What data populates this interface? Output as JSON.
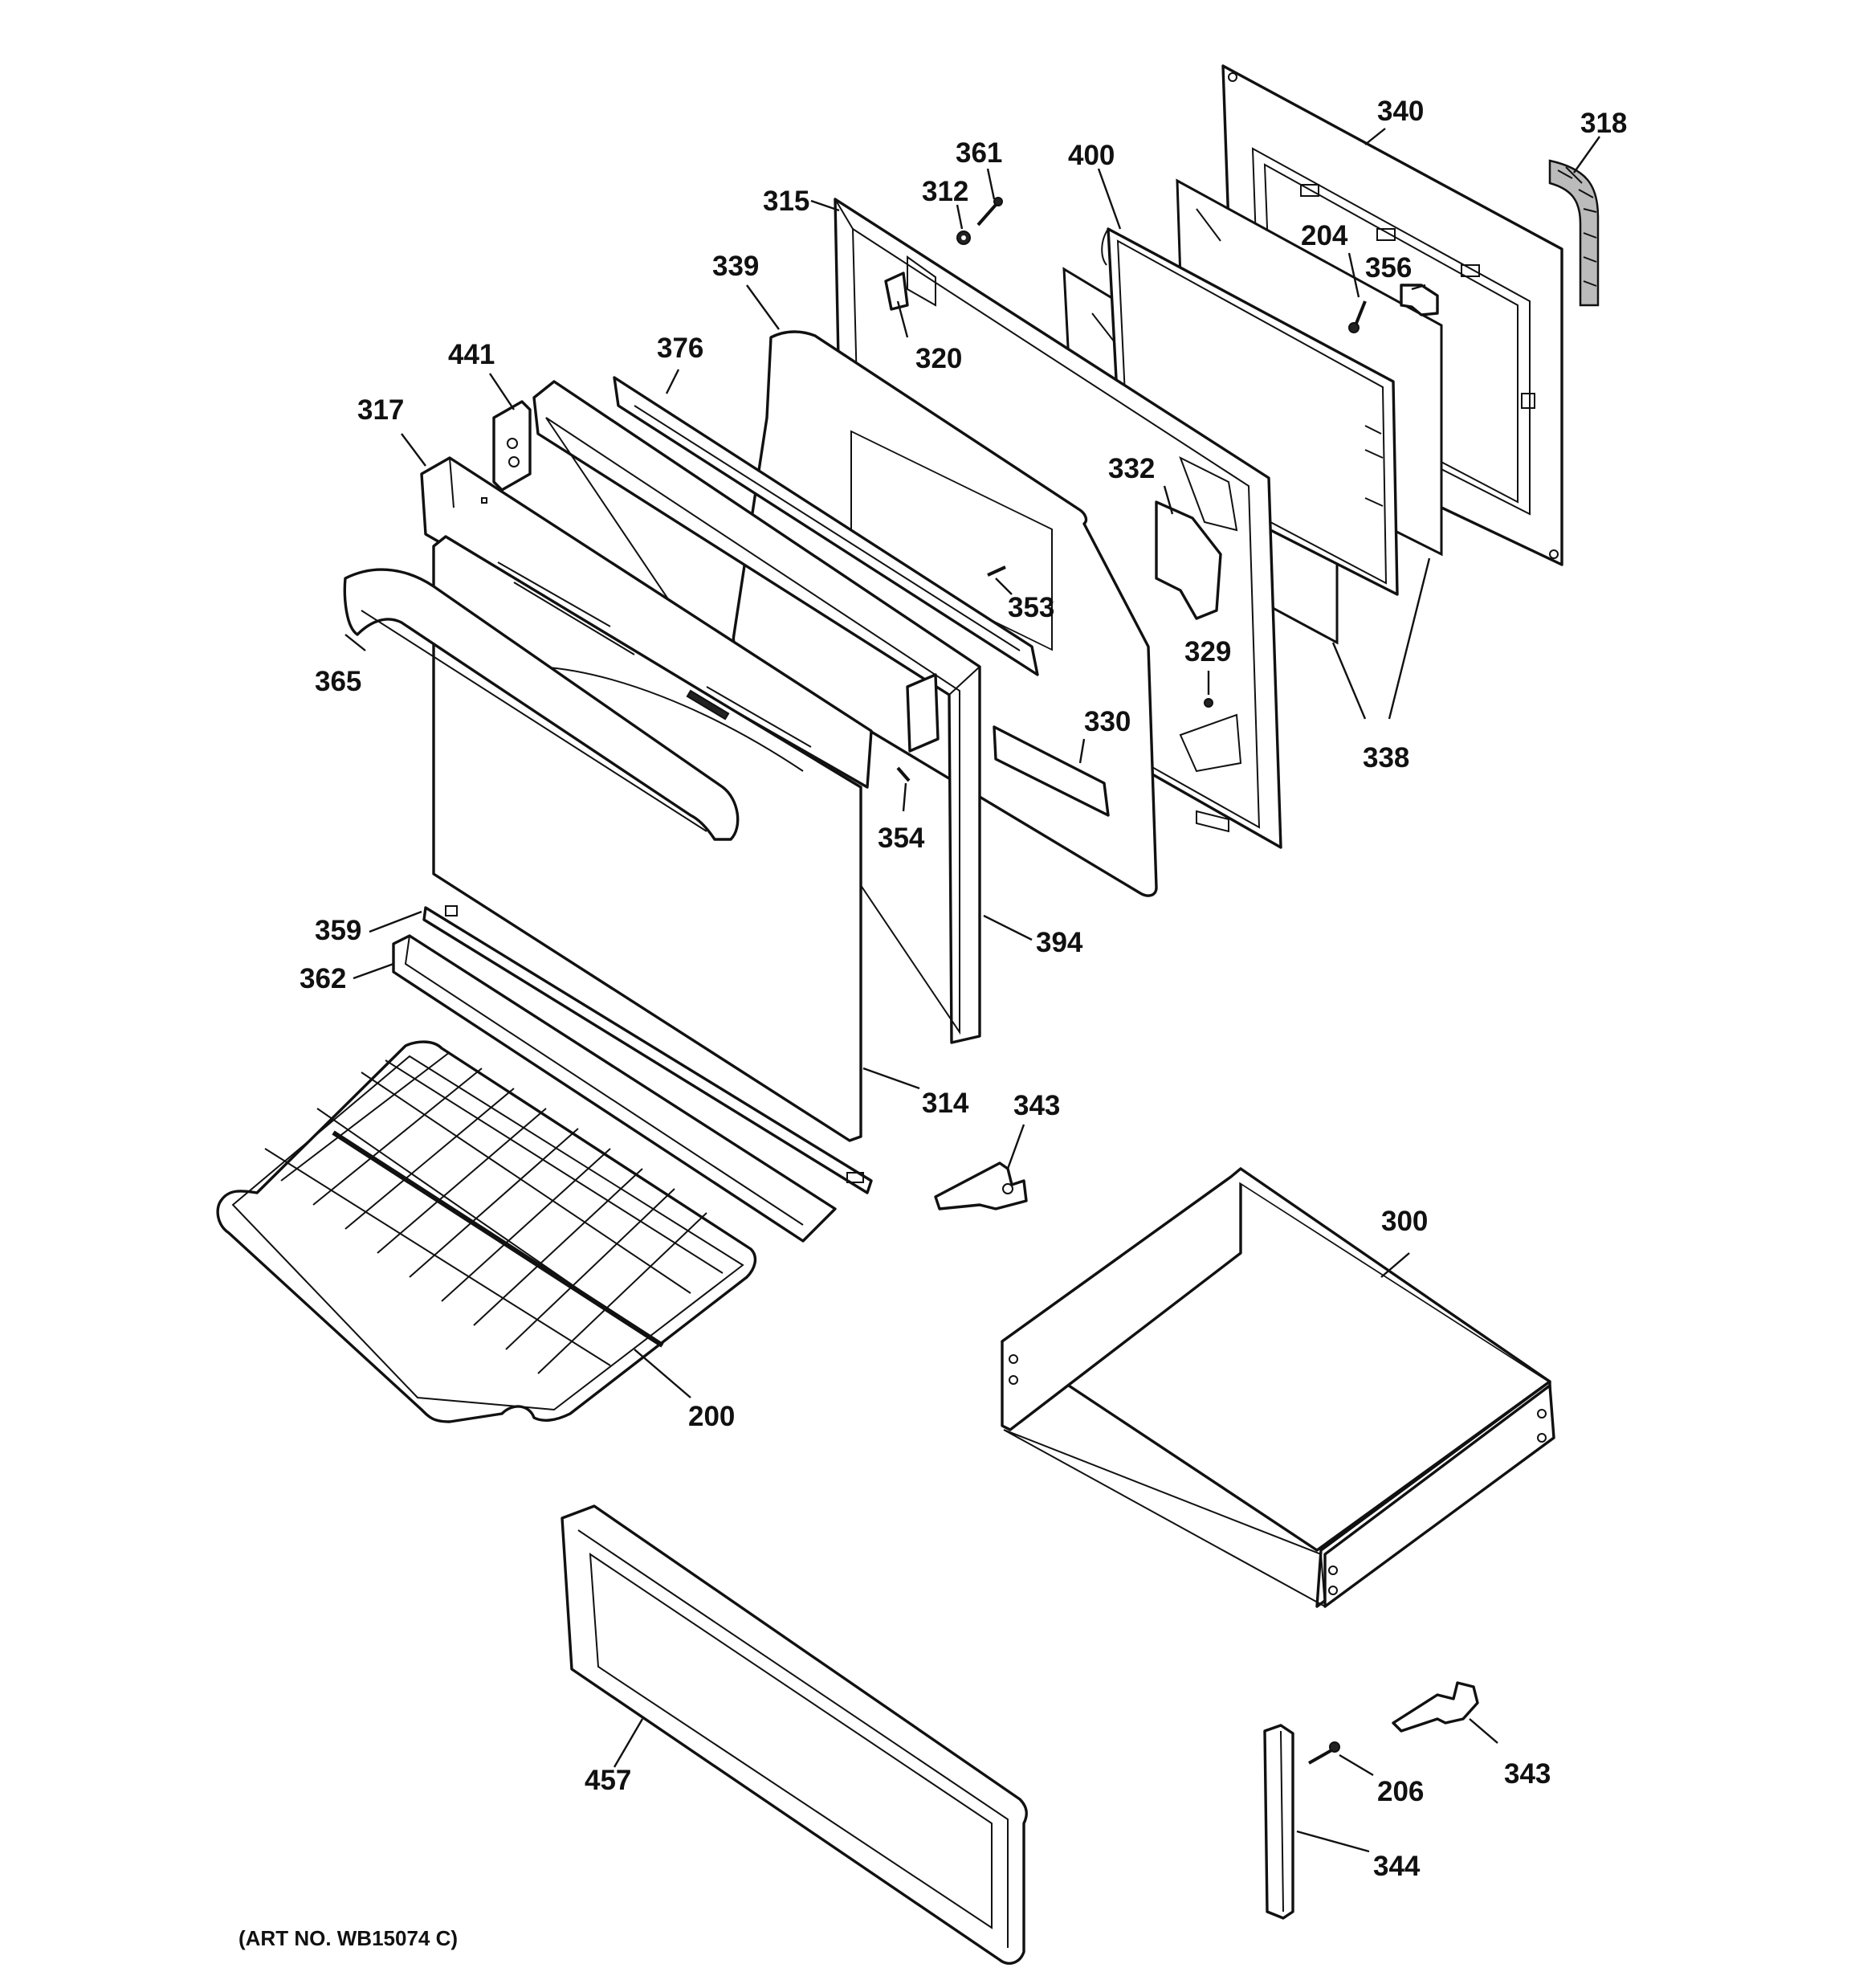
{
  "diagram": {
    "art_number": "(ART NO. WB15074 C)",
    "parts": [
      {
        "id": "p340",
        "label": "340"
      },
      {
        "id": "p318",
        "label": "318"
      },
      {
        "id": "p361",
        "label": "361"
      },
      {
        "id": "p400",
        "label": "400"
      },
      {
        "id": "p315",
        "label": "315"
      },
      {
        "id": "p312",
        "label": "312"
      },
      {
        "id": "p339",
        "label": "339"
      },
      {
        "id": "p204",
        "label": "204"
      },
      {
        "id": "p356",
        "label": "356"
      },
      {
        "id": "p320",
        "label": "320"
      },
      {
        "id": "p376",
        "label": "376"
      },
      {
        "id": "p441",
        "label": "441"
      },
      {
        "id": "p317",
        "label": "317"
      },
      {
        "id": "p332",
        "label": "332"
      },
      {
        "id": "p353",
        "label": "353"
      },
      {
        "id": "p365",
        "label": "365"
      },
      {
        "id": "p329",
        "label": "329"
      },
      {
        "id": "p330",
        "label": "330"
      },
      {
        "id": "p338",
        "label": "338"
      },
      {
        "id": "p354",
        "label": "354"
      },
      {
        "id": "p359",
        "label": "359"
      },
      {
        "id": "p394",
        "label": "394"
      },
      {
        "id": "p362",
        "label": "362"
      },
      {
        "id": "p314",
        "label": "314"
      },
      {
        "id": "p343a",
        "label": "343"
      },
      {
        "id": "p300",
        "label": "300"
      },
      {
        "id": "p200",
        "label": "200"
      },
      {
        "id": "p457",
        "label": "457"
      },
      {
        "id": "p343b",
        "label": "343"
      },
      {
        "id": "p206",
        "label": "206"
      },
      {
        "id": "p344",
        "label": "344"
      }
    ]
  }
}
